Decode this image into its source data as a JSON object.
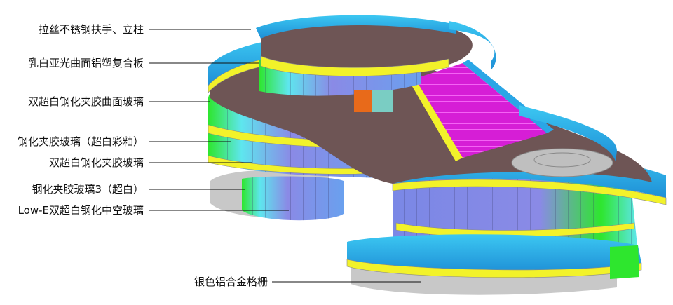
{
  "labels": [
    {
      "id": "railing",
      "text": "拉丝不锈钢扶手、立柱"
    },
    {
      "id": "aluminum-panel",
      "text": "乳白亚光曲面铝塑复合板"
    },
    {
      "id": "curved-glass",
      "text": "双超白钢化夹胶曲面玻璃"
    },
    {
      "id": "glazed-glass",
      "text": "钢化夹胶玻璃（超白彩釉）"
    },
    {
      "id": "laminated-glass",
      "text": "双超白钢化夹胶玻璃"
    },
    {
      "id": "glass-3",
      "text": "钢化夹胶玻璃3（超白）"
    },
    {
      "id": "lowe-glass",
      "text": "Low-E双超白钢化中空玻璃"
    },
    {
      "id": "grille",
      "text": "银色铝合金格栅"
    }
  ],
  "colors": {
    "railing": "#2aa6e6",
    "rail_top": "#3cc7f2",
    "yellow_band": "#f2f22a",
    "roof": "#6e5555",
    "glass_purple": "#8a8ae6",
    "glass_green": "#2ee62e",
    "glass_cyan": "#5ee6ee",
    "stair": "#d61ed6",
    "grey_base": "#c8c8c8",
    "grille": "#c28a3c",
    "orange": "#e86a1a"
  }
}
